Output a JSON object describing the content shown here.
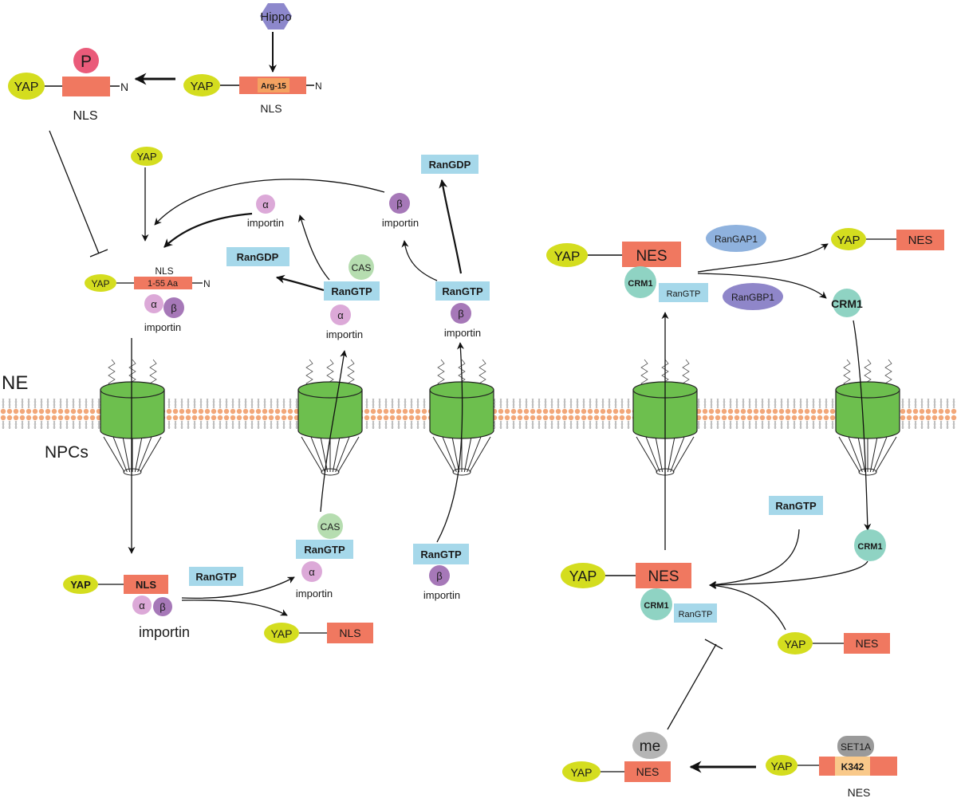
{
  "labels": {
    "ne": "NE",
    "npcs": "NPCs",
    "yap": "YAP",
    "nls": "NLS",
    "nes": "NES",
    "n_term": "N",
    "p": "P",
    "hippo": "Hippo",
    "arg15": "Arg-15",
    "aa": "1-55 Aa",
    "alpha": "α",
    "beta": "β",
    "importin": "importin",
    "rangdp": "RanGDP",
    "rangtp": "RanGTP",
    "cas": "CAS",
    "crm1": "CRM1",
    "rangap1": "RanGAP1",
    "rangbp1": "RanGBP1",
    "me": "me",
    "set1a": "SET1A",
    "k342": "K342"
  },
  "colors": {
    "yap": "#d4dd1f",
    "box_red": "#f07860",
    "box_orange": "#f4a261",
    "k342": "#f9c98a",
    "ran_box": "#a6d8ea",
    "alpha": "#dca9d8",
    "beta": "#a678b8",
    "cas": "#b6ddb0",
    "crm1": "#8fd3c3",
    "hippo": "#8d88cc",
    "p": "#ea5b7a",
    "rangap1": "#8fb2de",
    "rangbp1": "#8f86c9",
    "me": "#b5b5b5",
    "set1a": "#9a9a9a",
    "npc": "#6dbf4e",
    "lipid": "#f2a779"
  }
}
